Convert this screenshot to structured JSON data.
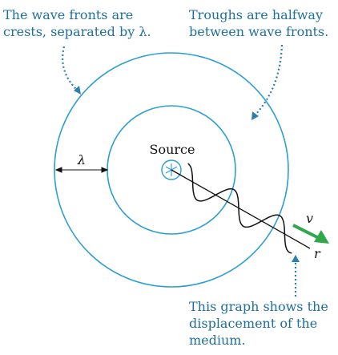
{
  "captions": {
    "wave_fronts": [
      "The wave fronts are",
      "crests, separated by λ."
    ],
    "troughs": [
      "Troughs are halfway",
      "between wave fronts."
    ],
    "graph": [
      "This graph shows the",
      "displacement of the",
      "medium."
    ]
  },
  "labels": {
    "source": "Source",
    "lambda": "λ",
    "velocity": "v",
    "radius": "r"
  },
  "colors": {
    "wave_front": "#2a9fd0",
    "caption_text": "#1f6f9c",
    "arrow_green": "#2ea84a",
    "pointer": "#2a7fb0",
    "graph_line": "#111111"
  }
}
